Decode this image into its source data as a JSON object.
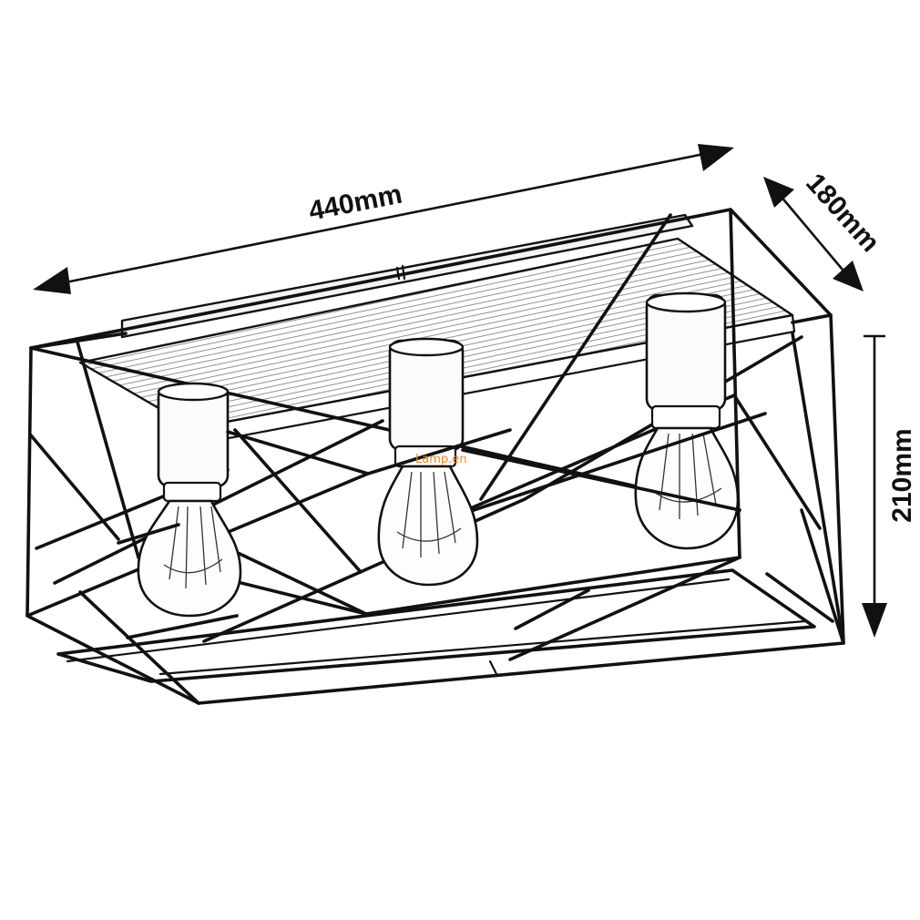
{
  "dimensions": {
    "width": "440mm",
    "depth": "180mm",
    "height": "210mm"
  },
  "watermark": "Lamp.en",
  "colors": {
    "line": "#111111",
    "watermark": "#f08a24",
    "background": "#ffffff"
  },
  "icons": {
    "product": "ceiling-lamp-3-bulb-icon",
    "dimension": "double-arrow-icon"
  }
}
